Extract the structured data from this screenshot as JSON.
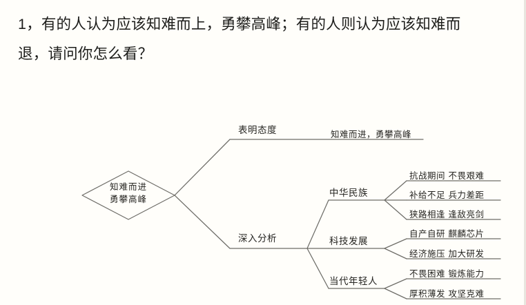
{
  "page": {
    "background_color": "#fffefa",
    "line_color": "#6e6d68",
    "text_color": "#262522",
    "prompt_color": "#1d1d1b"
  },
  "prompt": {
    "text": "1，有的人认为应该知难而上，勇攀高峰；有的人则认为应该知难而\n退，请问你怎么看？"
  },
  "diagram": {
    "type": "mind-map",
    "root": {
      "line1": "知难而进",
      "line2": "勇攀高峰",
      "shape": "diamond"
    },
    "branches": [
      {
        "label": "表明态度",
        "leaves": [
          {
            "text": "知难而进，勇攀高峰"
          }
        ]
      },
      {
        "label": "深入分析",
        "subbranches": [
          {
            "label": "中华民族",
            "leaves": [
              {
                "text": "抗战期间  不畏艰难"
              },
              {
                "text": "补给不足  兵力差距"
              },
              {
                "text": "狭路相逢  逢敌亮剑"
              }
            ]
          },
          {
            "label": "科技发展",
            "leaves": [
              {
                "text": "自产自研  麒麟芯片"
              },
              {
                "text": "经济施压  加大研发"
              }
            ]
          },
          {
            "label": "当代年轻人",
            "leaves": [
              {
                "text": "不畏困难  锻炼能力"
              },
              {
                "text": "厚积薄发  攻坚克难"
              }
            ]
          }
        ]
      }
    ]
  }
}
